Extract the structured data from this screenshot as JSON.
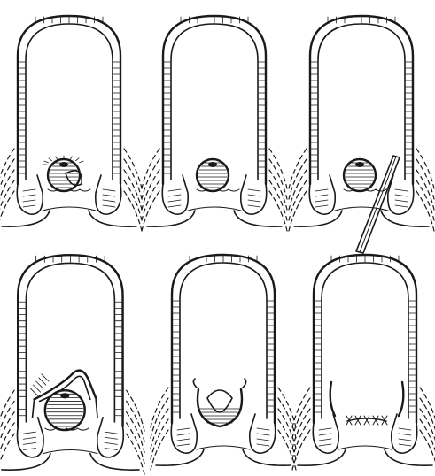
{
  "figure": {
    "panel_count": 6,
    "rows": 2,
    "columns": 3,
    "panels": [
      {
        "name": "panel-1",
        "lesion": "bulging",
        "instrument": false,
        "flap": false,
        "sutures": false
      },
      {
        "name": "panel-2",
        "lesion": "round",
        "instrument": false,
        "flap": false,
        "sutures": false
      },
      {
        "name": "panel-3",
        "lesion": "round",
        "instrument": true,
        "flap": false,
        "sutures": false
      },
      {
        "name": "panel-4",
        "lesion": "round",
        "instrument": false,
        "flap": true,
        "sutures": false
      },
      {
        "name": "panel-5",
        "lesion": "open-cup",
        "instrument": false,
        "flap": false,
        "sutures": false
      },
      {
        "name": "panel-6",
        "lesion": "none",
        "instrument": false,
        "flap": false,
        "sutures": true
      }
    ],
    "ink_color": "#1a1a1a",
    "background_color": "#ffffff"
  }
}
